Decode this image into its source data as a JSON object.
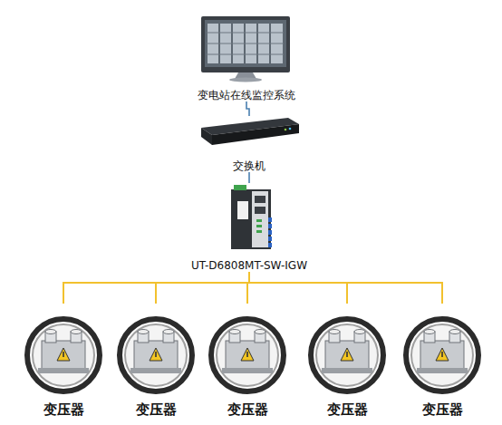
{
  "diagram": {
    "nodes": [
      {
        "text": [
          "变电站在线监控系统"
        ]
      },
      {
        "text": [
          "交换机"
        ]
      },
      {
        "text": [
          "UT-D6808MT-SW-IGW"
        ]
      },
      {
        "text": [
          "变压器"
        ]
      },
      {
        "text": [
          "变压器"
        ]
      },
      {
        "text": [
          "变压器"
        ]
      },
      {
        "text": [
          "变压器"
        ]
      },
      {
        "text": [
          "变压器"
        ]
      }
    ],
    "edges": [
      {
        "from": 0,
        "to": 1,
        "arrow": "none"
      },
      {
        "from": 1,
        "to": 2,
        "arrow": "none"
      },
      {
        "from": 2,
        "to": 3,
        "arrow": "none"
      },
      {
        "from": 2,
        "to": 4,
        "arrow": "none"
      },
      {
        "from": 2,
        "to": 5,
        "arrow": "none"
      },
      {
        "from": 2,
        "to": 6,
        "arrow": "none"
      },
      {
        "from": 2,
        "to": 7,
        "arrow": "none"
      }
    ]
  }
}
